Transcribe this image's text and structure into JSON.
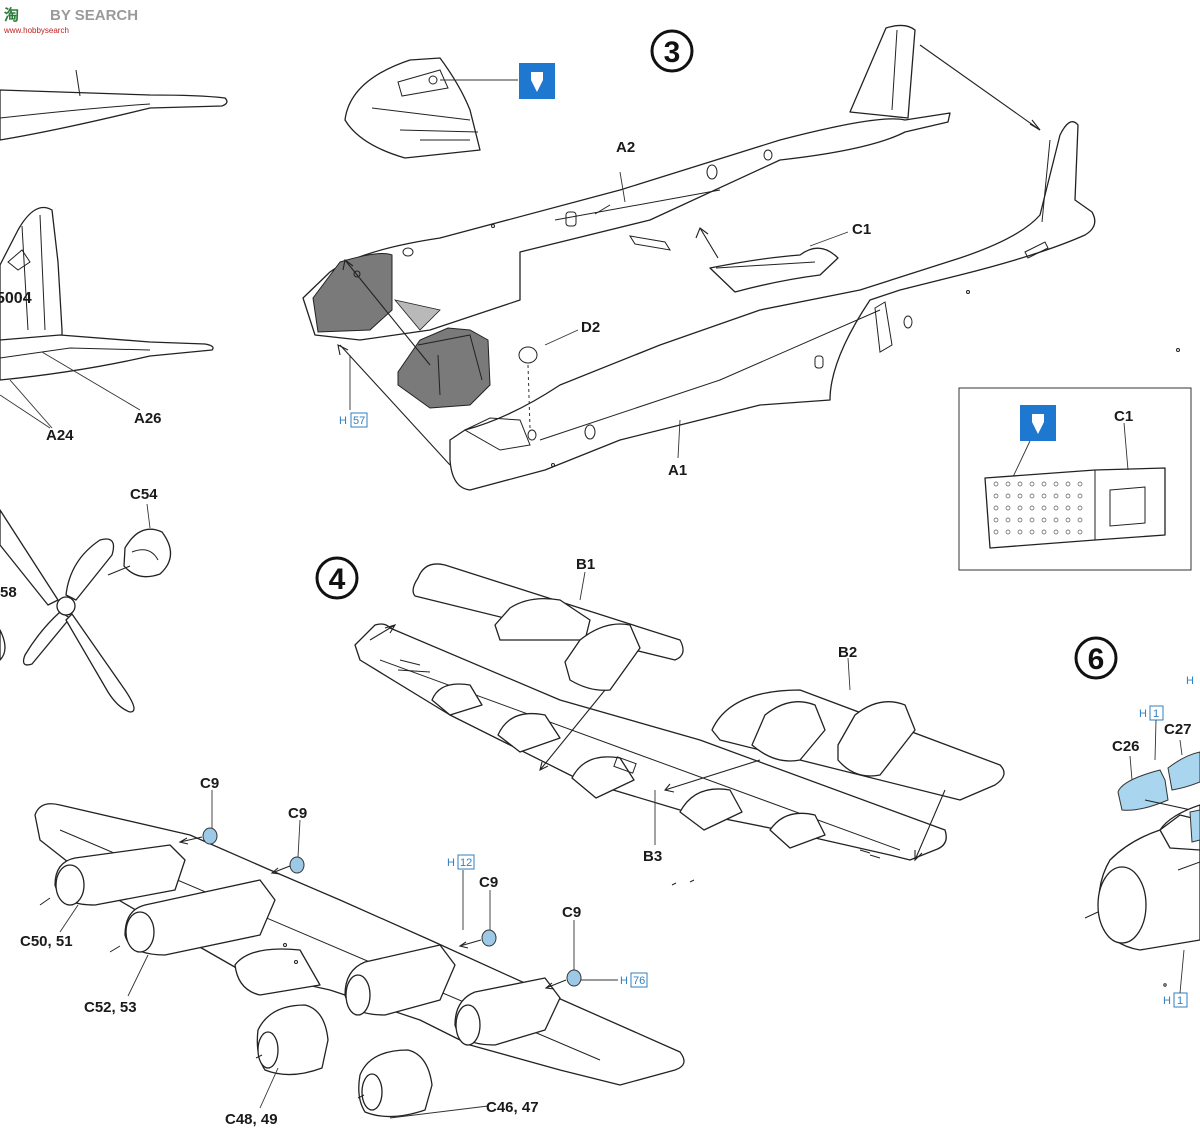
{
  "watermark": {
    "brand": "淘",
    "brand_text": "BY SEARCH",
    "site": "www.hobbysearch"
  },
  "steps": [
    "3",
    "4",
    "6"
  ],
  "step3_labels": {
    "a2": "A2",
    "c1": "C1",
    "d2": "D2",
    "a1": "A1",
    "h57_prefix": "H",
    "h57_num": "57",
    "inset_c1": "C1"
  },
  "left_labels": {
    "tail_code": "5004",
    "a26": "A26",
    "a24": "A24",
    "c54": "C54",
    "c58_partial": "58"
  },
  "step4_labels": {
    "b1": "B1",
    "b2": "B2",
    "b3": "B3"
  },
  "wing_labels": {
    "c9": "C9",
    "h12_prefix": "H",
    "h12_num": "12",
    "h76_prefix": "H",
    "h76_num": "76",
    "c50_51": "C50, 51",
    "c52_53": "C52, 53",
    "c48_49": "C48, 49",
    "c46_47": "C46, 47"
  },
  "step6_labels": {
    "h1_prefix": "H",
    "h1_num": "1",
    "c26": "C26",
    "c27": "C27",
    "h_edge": "H"
  }
}
